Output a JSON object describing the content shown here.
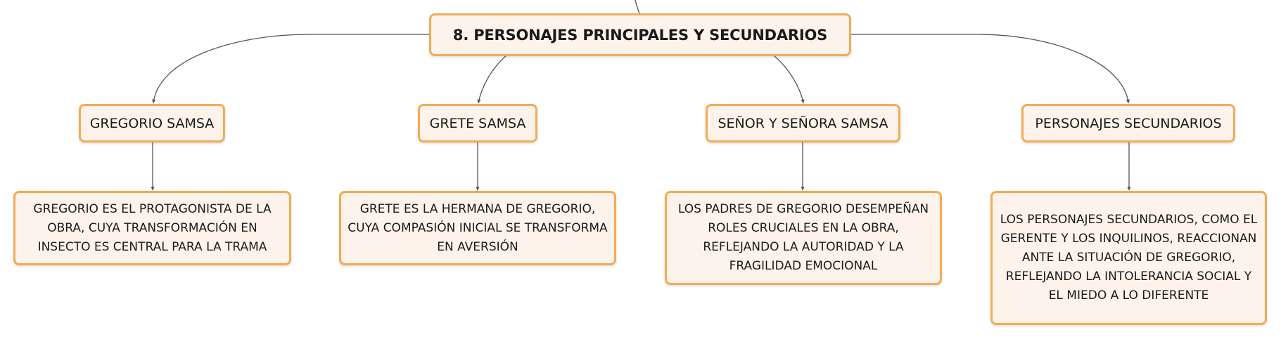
{
  "root": {
    "label": "8. PERSONAJES PRINCIPALES Y SECUNDARIOS"
  },
  "branches": [
    {
      "label": "GREGORIO SAMSA",
      "description": "GREGORIO ES EL PROTAGONISTA DE LA OBRA, CUYA TRANSFORMACIÓN EN INSECTO ES CENTRAL PARA LA TRAMA"
    },
    {
      "label": "GRETE SAMSA",
      "description": "GRETE ES LA HERMANA DE GREGORIO, CUYA COMPASIÓN INICIAL SE TRANSFORMA EN AVERSIÓN"
    },
    {
      "label": "SEÑOR Y SEÑORA SAMSA",
      "description": "LOS PADRES DE GREGORIO DESEMPEÑAN ROLES CRUCIALES EN LA OBRA, REFLEJANDO LA AUTORIDAD Y LA FRAGILIDAD EMOCIONAL"
    },
    {
      "label": "PERSONAJES SECUNDARIOS",
      "description": "LOS PERSONAJES SECUNDARIOS, COMO EL GERENTE Y LOS INQUILINOS, REACCIONAN ANTE LA SITUACIÓN DE GREGORIO, REFLEJANDO LA INTOLERANCIA SOCIAL Y EL MIEDO A LO DIFERENTE"
    }
  ],
  "colors": {
    "node_fill": "#fdf3ea",
    "node_border": "#f3ab55",
    "connector": "#555555"
  }
}
